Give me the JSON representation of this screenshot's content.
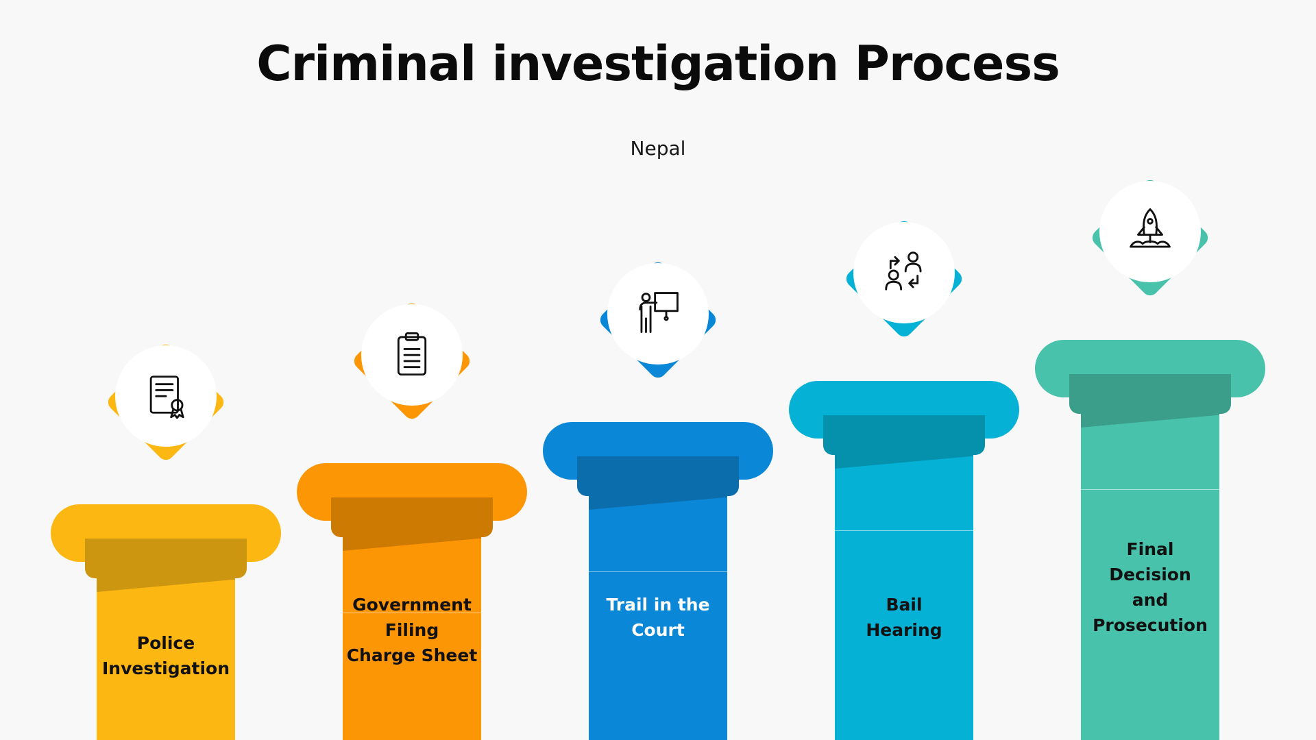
{
  "title": "Criminal investigation Process",
  "subtitle": "Nepal",
  "colors": {
    "background": "#f8f8f8",
    "circle": "#ffffff",
    "icon_stroke": "#111111"
  },
  "steps": [
    {
      "label": "Police Investigation",
      "icon": "certificate-document-icon",
      "color": "#fcb713",
      "dark": "#cd9610",
      "text_color": "#111111"
    },
    {
      "label": "Government Filing Charge Sheet",
      "icon": "clipboard-icon",
      "color": "#fd9604",
      "dark": "#cd7a03",
      "text_color": "#111111"
    },
    {
      "label": "Trail in the Court",
      "icon": "presenter-board-icon",
      "color": "#0b87d8",
      "dark": "#0b6dac",
      "text_color": "#ffffff"
    },
    {
      "label": "Bail Hearing",
      "icon": "user-exchange-icon",
      "color": "#05b2d5",
      "dark": "#0590ac",
      "text_color": "#111111"
    },
    {
      "label": "Final Decision and Prosecution",
      "icon": "rocket-launch-icon",
      "color": "#48c2ab",
      "dark": "#3b9e8b",
      "text_color": "#111111"
    }
  ]
}
